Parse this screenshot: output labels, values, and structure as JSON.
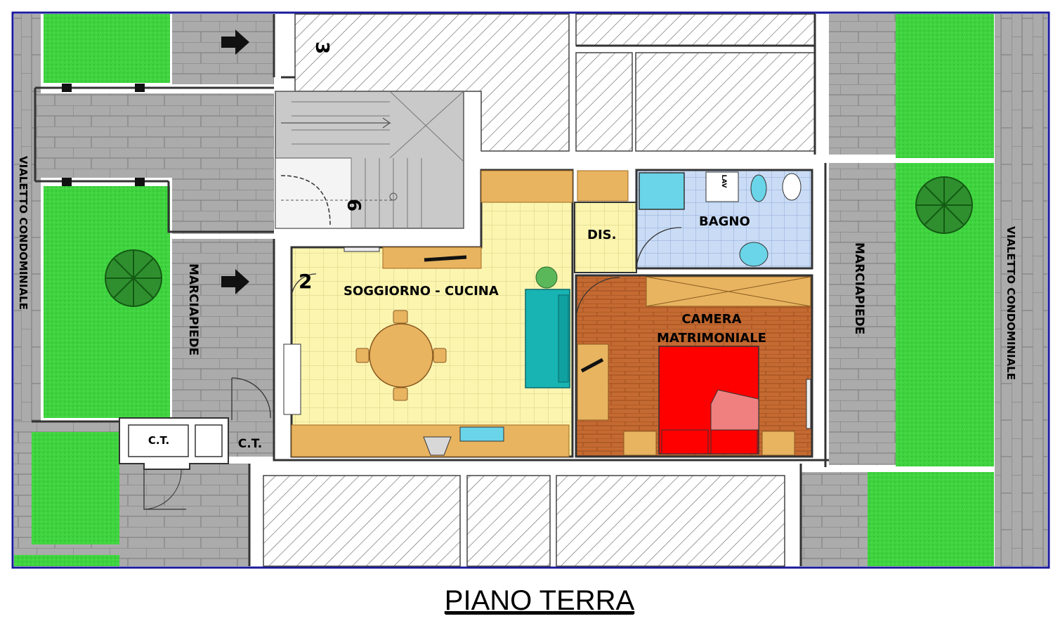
{
  "title": "PIANO TERRA",
  "labels": {
    "walkway_left": "VIALETTO CONDOMINIALE",
    "walkway_right": "VIALETTO CONDOMINIALE",
    "sidewalk_left": "MARCIAPIEDE",
    "sidewalk_right": "MARCIAPIEDE",
    "living_kitchen": "SOGGIORNO - CUCINA",
    "hallway": "DIS.",
    "bathroom": "BAGNO",
    "bedroom_line1": "CAMERA",
    "bedroom_line2": "MATRIMONIALE",
    "ct_left": "C.T.",
    "ct_right": "C.T.",
    "sink_tag": "LAV",
    "unit_2": "2",
    "unit_3": "3",
    "unit_6": "6"
  },
  "colors": {
    "frame": "#1a1a9a",
    "garden": "#3cd43c",
    "paving": "#aaaaaa",
    "stairs": "#c8c8c8",
    "living_floor": "#fbf5b0",
    "bedroom_floor": "#c46a32",
    "bathroom_floor": "#c8dcf5",
    "counter": "#e8b460",
    "bed": "#ff0000",
    "sofa": "#18b4b4"
  }
}
